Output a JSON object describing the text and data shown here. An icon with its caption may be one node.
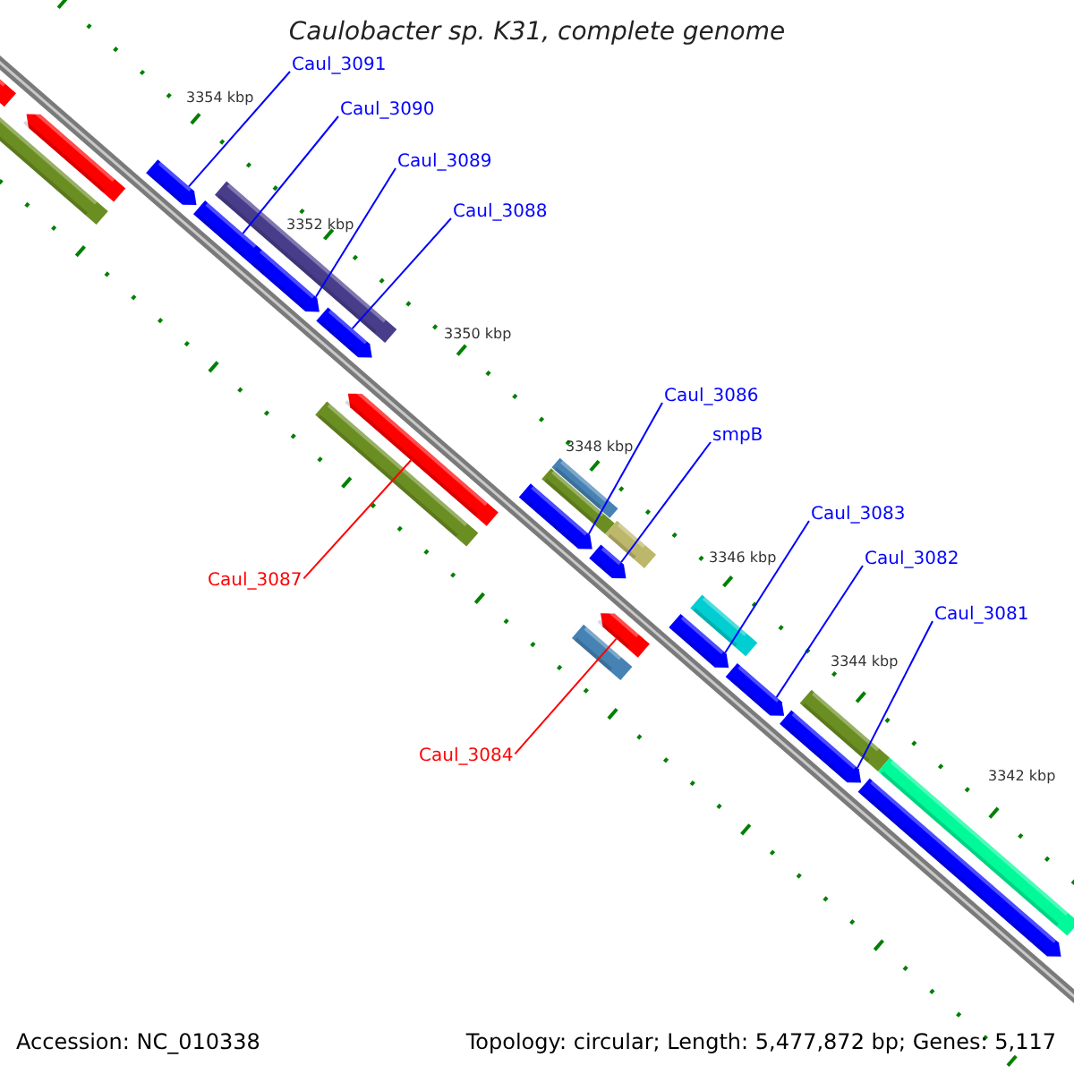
{
  "diagram": {
    "title": "Caulobacter sp. K31, complete genome",
    "nodes": [
      {
        "text": [
          "Caul_3091"
        ]
      },
      {
        "text": [
          "Caul_3090"
        ]
      },
      {
        "text": [
          "Caul_3089"
        ]
      },
      {
        "text": [
          "Caul_3088"
        ]
      },
      {
        "text": [
          "Caul_3086"
        ]
      },
      {
        "text": [
          "smpB"
        ]
      },
      {
        "text": [
          "Caul_3083"
        ]
      },
      {
        "text": [
          "Caul_3082"
        ]
      },
      {
        "text": [
          "Caul_3087"
        ]
      },
      {
        "text": [
          "Caul_3081"
        ]
      },
      {
        "text": [
          "Caul_3084"
        ]
      },
      {
        "text": [],
        "shape": "bar"
      },
      {
        "text": [],
        "shape": "bar"
      },
      {
        "text": [],
        "shape": "bar"
      },
      {
        "text": [],
        "shape": "bar"
      },
      {
        "text": [],
        "shape": "bar"
      },
      {
        "text": [],
        "shape": "bar"
      },
      {
        "text": [],
        "shape": "bar"
      },
      {
        "text": [],
        "shape": "bar"
      },
      {
        "text": [],
        "shape": "bar"
      },
      {
        "text": [],
        "shape": "bar"
      },
      {
        "text": [],
        "shape": "bar"
      }
    ],
    "edges": [
      {
        "from": 0,
        "to": 11,
        "arrow": "none"
      },
      {
        "from": 1,
        "to": 12,
        "arrow": "none"
      },
      {
        "from": 2,
        "to": 13,
        "arrow": "none"
      },
      {
        "from": 3,
        "to": 14,
        "arrow": "none"
      },
      {
        "from": 4,
        "to": 16,
        "arrow": "none"
      },
      {
        "from": 5,
        "to": 17,
        "arrow": "none"
      },
      {
        "from": 6,
        "to": 19,
        "arrow": "none"
      },
      {
        "from": 7,
        "to": 20,
        "arrow": "none"
      },
      {
        "from": 8,
        "to": 15,
        "arrow": "none",
        "color": "#ff0000"
      },
      {
        "from": 9,
        "to": 21,
        "arrow": "none"
      },
      {
        "from": 10,
        "to": 18,
        "arrow": "none",
        "color": "#ff0000"
      }
    ],
    "labels": [
      "3354 kbp",
      "3352 kbp",
      "3350 kbp",
      "3348 kbp",
      "3346 kbp",
      "3344 kbp",
      "3342 kbp",
      "Accession: NC_010338",
      "Topology: circular; Length: 5,477,872 bp; Genes: 5,117"
    ]
  }
}
